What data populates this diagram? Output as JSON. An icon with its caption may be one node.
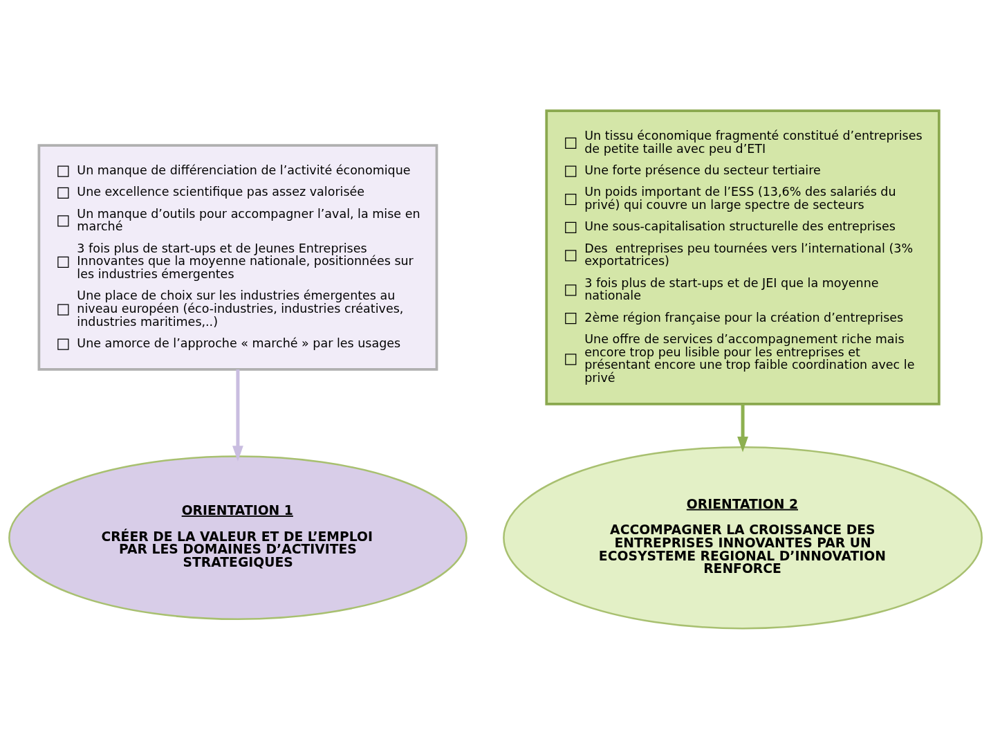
{
  "diagram": {
    "nodes": [
      {
        "text": [
          "Un manque de différenciation de l’activité économique",
          "Une excellence scientifique pas assez valorisée",
          "Un manque d’outils pour accompagner l’aval, la mise en marché",
          "3 fois plus de start-ups et de Jeunes Entreprises Innovantes que la moyenne nationale, positionnées sur les industries émergentes",
          "Une place de choix sur les industries émergentes au niveau européen (éco-industries, industries créatives, industries maritimes,..)",
          "Une amorce de l’approche « marché » par les usages"
        ]
      },
      {
        "text": [
          "Un tissu économique fragmenté constitué d’entreprises de petite taille avec peu d’ETI",
          "Une forte présence du secteur tertiaire",
          "Un poids important de l’ESS (13,6% des salariés du privé) qui couvre un large spectre de secteurs",
          "Une sous-capitalisation structurelle des entreprises",
          "Des  entreprises peu tournées vers l’international (3% exportatrices)",
          "3 fois plus de start-ups et de JEI que la moyenne nationale",
          "2ème région française pour la création d’entreprises",
          "Une offre de services d’accompagnement riche mais encore trop peu lisible pour les entreprises et présentant encore une trop faible coordination avec le privé"
        ]
      },
      {
        "text": [
          "ORIENTATION 1",
          "CRÉER DE LA VALEUR ET DE L’EMPLOI PAR LES DOMAINES D’ACTIVITES STRATEGIQUES"
        ]
      },
      {
        "text": [
          "ORIENTATION 2",
          "ACCOMPAGNER LA CROISSANCE DES ENTREPRISES INNOVANTES PAR UN ECOSYSTEME REGIONAL D’INNOVATION RENFORCE"
        ]
      }
    ],
    "edges": [
      {
        "from": 0,
        "to": 2,
        "arrow": "to",
        "color": "#c9bde0"
      },
      {
        "from": 1,
        "to": 3,
        "arrow": "to",
        "color": "#8db050"
      }
    ]
  }
}
